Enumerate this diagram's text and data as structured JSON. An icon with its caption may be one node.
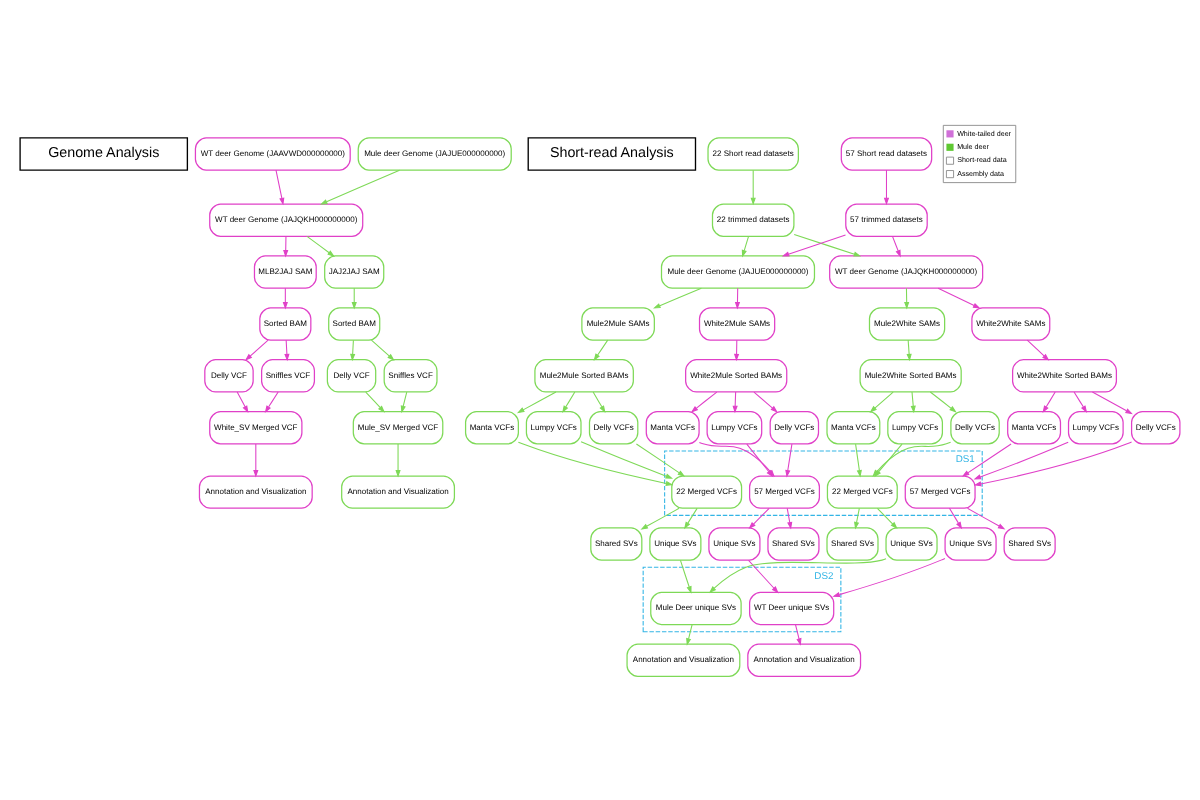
{
  "diagram": {
    "nodes": [
      {
        "text": [
          "Genome Analysis"
        ]
      },
      {
        "text": [
          "WT deer Genome (JAAVWD000000000)"
        ]
      },
      {
        "text": [
          "Mule deer Genome (JAJUE000000000)"
        ]
      },
      {
        "text": [
          "WT deer Genome (JAJQKH000000000)"
        ]
      },
      {
        "text": [
          "MLB2JAJ SAM"
        ]
      },
      {
        "text": [
          "JAJ2JAJ SAM"
        ]
      },
      {
        "text": [
          "Sorted BAM"
        ]
      },
      {
        "text": [
          "Sorted BAM"
        ]
      },
      {
        "text": [
          "Delly VCF"
        ]
      },
      {
        "text": [
          "Sniffles VCF"
        ]
      },
      {
        "text": [
          "Delly VCF"
        ]
      },
      {
        "text": [
          "Sniffles VCF"
        ]
      },
      {
        "text": [
          "White_SV Merged VCF"
        ]
      },
      {
        "text": [
          "Mule_SV Merged VCF"
        ]
      },
      {
        "text": [
          "Annotation and Visualization"
        ]
      },
      {
        "text": [
          "Annotation and Visualization"
        ]
      },
      {
        "text": [
          "Short-read Analysis"
        ]
      },
      {
        "text": [
          "22 Short read datasets"
        ]
      },
      {
        "text": [
          "57 Short read datasets"
        ]
      },
      {
        "text": [
          "22 trimmed datasets"
        ]
      },
      {
        "text": [
          "57 trimmed datasets"
        ]
      },
      {
        "text": [
          "Mule deer Genome (JAJUE000000000)"
        ]
      },
      {
        "text": [
          "WT deer Genome (JAJQKH000000000)"
        ]
      },
      {
        "text": [
          "Mule2Mule SAMs"
        ]
      },
      {
        "text": [
          "White2Mule SAMs"
        ]
      },
      {
        "text": [
          "Mule2White SAMs"
        ]
      },
      {
        "text": [
          "White2White SAMs"
        ]
      },
      {
        "text": [
          "Mule2Mule Sorted BAMs"
        ]
      },
      {
        "text": [
          "White2Mule Sorted BAMs"
        ]
      },
      {
        "text": [
          "Mule2White Sorted BAMs"
        ]
      },
      {
        "text": [
          "White2White Sorted BAMs"
        ]
      },
      {
        "text": [
          "Delly VCFs"
        ]
      },
      {
        "text": [
          "Manta VCFs"
        ]
      },
      {
        "text": [
          "Lumpy VCFs"
        ]
      },
      {
        "text": [
          "Delly VCFs"
        ]
      },
      {
        "text": [
          "Manta VCFs"
        ]
      },
      {
        "text": [
          "Lumpy VCFs"
        ]
      },
      {
        "text": [
          "Delly VCFs"
        ]
      },
      {
        "text": [
          "Manta VCFs"
        ]
      },
      {
        "text": [
          "Lumpy VCFs"
        ]
      },
      {
        "text": [
          "Delly VCFs"
        ]
      },
      {
        "text": [
          "Manta VCFs"
        ]
      },
      {
        "text": [
          "Lumpy VCFs"
        ]
      },
      {
        "text": [
          "DS1"
        ]
      },
      {
        "text": [
          "22 Merged VCFs"
        ],
        "in": 43
      },
      {
        "text": [
          "57 Merged VCFs"
        ],
        "in": 43
      },
      {
        "text": [
          "22 Merged VCFs"
        ],
        "in": 43
      },
      {
        "text": [
          "57 Merged VCFs"
        ],
        "in": 43
      },
      {
        "text": [
          "Shared SVs"
        ]
      },
      {
        "text": [
          "Unique SVs"
        ]
      },
      {
        "text": [
          "Shared SVs"
        ]
      },
      {
        "text": [
          "Unique SVs"
        ]
      },
      {
        "text": [
          "Unique SVs"
        ]
      },
      {
        "text": [
          "Shared SVs"
        ]
      },
      {
        "text": [
          "Unique SVs"
        ]
      },
      {
        "text": [
          "Shared SVs"
        ]
      },
      {
        "text": [
          "DS2"
        ]
      },
      {
        "text": [
          "Mule Deer unique SVs"
        ],
        "in": 56
      },
      {
        "text": [
          "WT Deer unique SVs"
        ],
        "in": 56
      },
      {
        "text": [
          "Annotation and Visualization"
        ]
      },
      {
        "text": [
          "Annotation and Visualization"
        ]
      }
    ],
    "edges": [
      {
        "from": 1,
        "to": 3,
        "arrow": "to",
        "color": "#e040c8"
      },
      {
        "from": 2,
        "to": 3,
        "arrow": "to",
        "color": "#7ed957"
      },
      {
        "from": 3,
        "to": 4,
        "arrow": "to",
        "color": "#e040c8"
      },
      {
        "from": 3,
        "to": 5,
        "arrow": "to",
        "color": "#7ed957"
      },
      {
        "from": 4,
        "to": 6,
        "arrow": "to",
        "color": "#e040c8"
      },
      {
        "from": 5,
        "to": 7,
        "arrow": "to",
        "color": "#7ed957"
      },
      {
        "from": 6,
        "to": 8,
        "arrow": "to",
        "color": "#e040c8"
      },
      {
        "from": 6,
        "to": 9,
        "arrow": "to",
        "color": "#e040c8"
      },
      {
        "from": 7,
        "to": 10,
        "arrow": "to",
        "color": "#7ed957"
      },
      {
        "from": 7,
        "to": 11,
        "arrow": "to",
        "color": "#7ed957"
      },
      {
        "from": 8,
        "to": 12,
        "arrow": "to",
        "color": "#e040c8"
      },
      {
        "from": 9,
        "to": 12,
        "arrow": "to",
        "color": "#e040c8"
      },
      {
        "from": 10,
        "to": 13,
        "arrow": "to",
        "color": "#7ed957"
      },
      {
        "from": 11,
        "to": 13,
        "arrow": "to",
        "color": "#7ed957"
      },
      {
        "from": 12,
        "to": 14,
        "arrow": "to",
        "color": "#e040c8"
      },
      {
        "from": 13,
        "to": 15,
        "arrow": "to",
        "color": "#7ed957"
      },
      {
        "from": 17,
        "to": 19,
        "arrow": "to",
        "color": "#7ed957"
      },
      {
        "from": 18,
        "to": 20,
        "arrow": "to",
        "color": "#e040c8"
      },
      {
        "from": 19,
        "to": 21,
        "arrow": "to",
        "color": "#7ed957"
      },
      {
        "from": 19,
        "to": 22,
        "arrow": "to",
        "color": "#7ed957"
      },
      {
        "from": 20,
        "to": 21,
        "arrow": "to",
        "color": "#e040c8"
      },
      {
        "from": 20,
        "to": 22,
        "arrow": "to",
        "color": "#e040c8"
      },
      {
        "from": 21,
        "to": 23,
        "arrow": "to",
        "color": "#7ed957"
      },
      {
        "from": 21,
        "to": 24,
        "arrow": "to",
        "color": "#e040c8"
      },
      {
        "from": 22,
        "to": 25,
        "arrow": "to",
        "color": "#7ed957"
      },
      {
        "from": 22,
        "to": 26,
        "arrow": "to",
        "color": "#e040c8"
      },
      {
        "from": 23,
        "to": 27,
        "arrow": "to",
        "color": "#7ed957"
      },
      {
        "from": 24,
        "to": 28,
        "arrow": "to",
        "color": "#e040c8"
      },
      {
        "from": 25,
        "to": 29,
        "arrow": "to",
        "color": "#7ed957"
      },
      {
        "from": 26,
        "to": 30,
        "arrow": "to",
        "color": "#e040c8"
      },
      {
        "from": 27,
        "to": 31,
        "arrow": "to",
        "color": "#7ed957"
      },
      {
        "from": 27,
        "to": 32,
        "arrow": "to",
        "color": "#7ed957"
      },
      {
        "from": 27,
        "to": 33,
        "arrow": "to",
        "color": "#7ed957"
      },
      {
        "from": 28,
        "to": 34,
        "arrow": "to",
        "color": "#e040c8"
      },
      {
        "from": 28,
        "to": 35,
        "arrow": "to",
        "color": "#e040c8"
      },
      {
        "from": 28,
        "to": 36,
        "arrow": "to",
        "color": "#e040c8"
      },
      {
        "from": 29,
        "to": 37,
        "arrow": "to",
        "color": "#7ed957"
      },
      {
        "from": 29,
        "to": 38,
        "arrow": "to",
        "color": "#7ed957"
      },
      {
        "from": 29,
        "to": 39,
        "arrow": "to",
        "color": "#7ed957"
      },
      {
        "from": 30,
        "to": 40,
        "arrow": "to",
        "color": "#e040c8"
      },
      {
        "from": 30,
        "to": 41,
        "arrow": "to",
        "color": "#e040c8"
      },
      {
        "from": 30,
        "to": 42,
        "arrow": "to",
        "color": "#e040c8"
      },
      {
        "from": 31,
        "to": 44,
        "arrow": "to",
        "color": "#7ed957"
      },
      {
        "from": 32,
        "to": 44,
        "arrow": "to",
        "color": "#7ed957"
      },
      {
        "from": 33,
        "to": 44,
        "arrow": "to",
        "color": "#7ed957"
      },
      {
        "from": 34,
        "to": 45,
        "arrow": "to",
        "color": "#e040c8"
      },
      {
        "from": 35,
        "to": 45,
        "arrow": "to",
        "color": "#e040c8"
      },
      {
        "from": 36,
        "to": 45,
        "arrow": "to",
        "color": "#e040c8"
      },
      {
        "from": 37,
        "to": 46,
        "arrow": "to",
        "color": "#7ed957"
      },
      {
        "from": 38,
        "to": 46,
        "arrow": "to",
        "color": "#7ed957"
      },
      {
        "from": 39,
        "to": 46,
        "arrow": "to",
        "color": "#7ed957"
      },
      {
        "from": 40,
        "to": 47,
        "arrow": "to",
        "color": "#e040c8"
      },
      {
        "from": 41,
        "to": 47,
        "arrow": "to",
        "color": "#e040c8"
      },
      {
        "from": 42,
        "to": 47,
        "arrow": "to",
        "color": "#e040c8"
      },
      {
        "from": 44,
        "to": 48,
        "arrow": "to",
        "color": "#7ed957"
      },
      {
        "from": 44,
        "to": 49,
        "arrow": "to",
        "color": "#7ed957"
      },
      {
        "from": 45,
        "to": 50,
        "arrow": "to",
        "color": "#e040c8"
      },
      {
        "from": 45,
        "to": 51,
        "arrow": "to",
        "color": "#e040c8"
      },
      {
        "from": 46,
        "to": 52,
        "arrow": "to",
        "color": "#7ed957"
      },
      {
        "from": 46,
        "to": 53,
        "arrow": "to",
        "color": "#7ed957"
      },
      {
        "from": 47,
        "to": 54,
        "arrow": "to",
        "color": "#e040c8"
      },
      {
        "from": 47,
        "to": 55,
        "arrow": "to",
        "color": "#e040c8"
      },
      {
        "from": 49,
        "to": 57,
        "arrow": "to",
        "color": "#7ed957"
      },
      {
        "from": 52,
        "to": 57,
        "arrow": "to",
        "color": "#7ed957"
      },
      {
        "from": 51,
        "to": 58,
        "arrow": "to",
        "color": "#e040c8"
      },
      {
        "from": 54,
        "to": 58,
        "arrow": "to",
        "color": "#e040c8"
      },
      {
        "from": 57,
        "to": 59,
        "arrow": "to",
        "color": "#7ed957"
      },
      {
        "from": 58,
        "to": 60,
        "arrow": "to",
        "color": "#e040c8"
      }
    ],
    "legend": [
      {
        "text": "White-tailed deer",
        "color": "#d070d8"
      },
      {
        "text": "Mule deer",
        "color": "#5ec832"
      },
      {
        "text": "Short-read data"
      },
      {
        "text": "Assembly data"
      }
    ]
  }
}
